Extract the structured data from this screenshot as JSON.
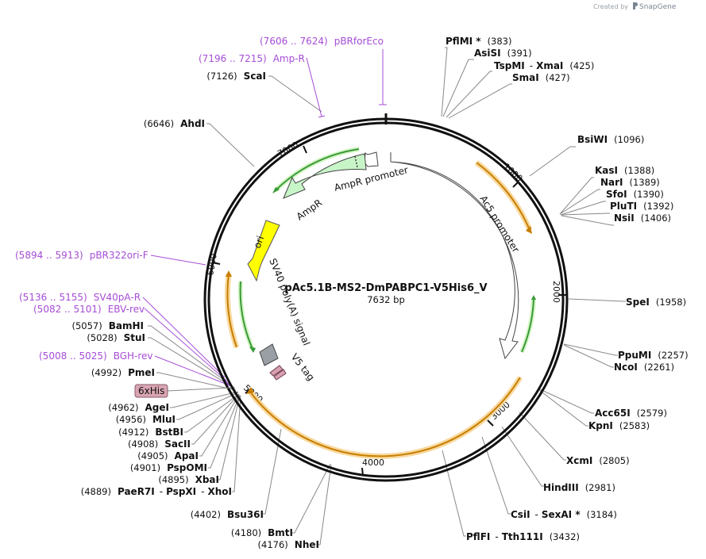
{
  "credit": {
    "prefix": "Created by",
    "brand": "SnapGene"
  },
  "plasmid": {
    "name": "pAc5.1B-MS2-DmPABPC1-V5His6_V",
    "size_label": "7632 bp"
  },
  "ring_ticks": [
    "1000",
    "2000",
    "3000",
    "4000",
    "5000",
    "6000",
    "7000"
  ],
  "sites_right": [
    {
      "name": "PflMI *",
      "pos": "(383)"
    },
    {
      "name": "AsiSI",
      "pos": "(391)"
    },
    {
      "name": "TspMI",
      "sep": "-",
      "name2": "XmaI",
      "pos": "(425)"
    },
    {
      "name": "SmaI",
      "pos": "(427)"
    },
    {
      "name": "BsiWI",
      "pos": "(1096)"
    },
    {
      "name": "KasI",
      "pos": "(1388)"
    },
    {
      "name": "NarI",
      "pos": "(1389)"
    },
    {
      "name": "SfoI",
      "pos": "(1390)"
    },
    {
      "name": "PluTI",
      "pos": "(1392)"
    },
    {
      "name": "NsiI",
      "pos": "(1406)"
    },
    {
      "name": "SpeI",
      "pos": "(1958)"
    },
    {
      "name": "PpuMI",
      "pos": "(2257)"
    },
    {
      "name": "NcoI",
      "pos": "(2261)"
    },
    {
      "name": "Acc65I",
      "pos": "(2579)"
    },
    {
      "name": "KpnI",
      "pos": "(2583)"
    },
    {
      "name": "XcmI",
      "pos": "(2805)"
    },
    {
      "name": "HindIII",
      "pos": "(2981)"
    },
    {
      "name": "CsiI",
      "sep": "-",
      "name2": "SexAI *",
      "pos": "(3184)"
    },
    {
      "name": "PflFI",
      "sep": "-",
      "name2": "Tth111I",
      "pos": "(3432)"
    }
  ],
  "sites_left": [
    {
      "name": "ScaI",
      "pos": "(7126)"
    },
    {
      "name": "AhdI",
      "pos": "(6646)"
    },
    {
      "name": "BamHI",
      "pos": "(5057)"
    },
    {
      "name": "StuI",
      "pos": "(5028)"
    },
    {
      "name": "PmeI",
      "pos": "(4992)"
    },
    {
      "name": "AgeI",
      "pos": "(4962)"
    },
    {
      "name": "MluI",
      "pos": "(4956)"
    },
    {
      "name": "BstBI",
      "pos": "(4912)"
    },
    {
      "name": "SacII",
      "pos": "(4908)"
    },
    {
      "name": "ApaI",
      "pos": "(4905)"
    },
    {
      "name": "PspOMI",
      "pos": "(4901)"
    },
    {
      "name": "XbaI",
      "pos": "(4895)"
    },
    {
      "name": "PaeR7I",
      "sep": "-",
      "name2": "PspXI",
      "sep2": "-",
      "name3": "XhoI",
      "pos": "(4889)"
    },
    {
      "name": "Bsu36I",
      "pos": "(4402)"
    },
    {
      "name": "BmtI",
      "pos": "(4180)"
    },
    {
      "name": "NheI",
      "pos": "(4176)"
    }
  ],
  "primers": [
    {
      "range": "(7606 .. 7624)",
      "name": "pBRforEco"
    },
    {
      "range": "(7196 .. 7215)",
      "name": "Amp-R"
    },
    {
      "range": "(5894 .. 5913)",
      "name": "pBR322ori-F"
    },
    {
      "range": "(5136 .. 5155)",
      "name": "SV40pA-R"
    },
    {
      "range": "(5082 .. 5101)",
      "name": "EBV-rev"
    },
    {
      "range": "(5008 .. 5025)",
      "name": "BGH-rev"
    }
  ],
  "features": {
    "ampr_promoter": "AmpR promoter",
    "ac5_promoter": "Ac5 promoter",
    "ampr": "AmpR",
    "ori": "ori",
    "sv40": "SV40 poly(A) signal",
    "v5": "V5 tag",
    "his": "6xHis"
  },
  "colors": {
    "primer": "#a64dd6",
    "ampr": "#c8f5c8",
    "ori": "#ffff00",
    "orf_halo": "#f8d9a0",
    "orf": "#c87f00",
    "green_arc": "#3a9a3a",
    "sv40": "#9a9fa6",
    "v5": "#d8a0b0",
    "his": "#d9a5b3"
  }
}
